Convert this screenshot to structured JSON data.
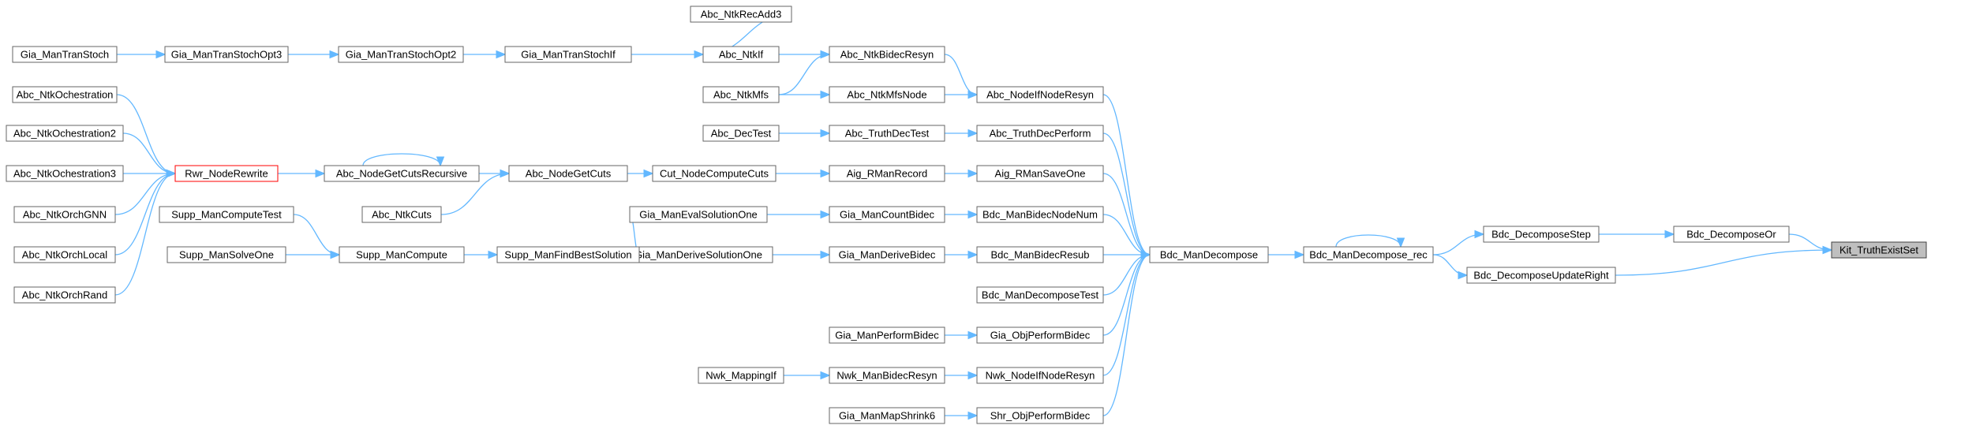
{
  "graph": {
    "edge_color": "#63b8ff",
    "root_fill": "#bfbfbf",
    "truncated_border": "#ff0000",
    "nodes": [
      {
        "id": "kit",
        "label": "Kit_TruthExistSet"
      },
      {
        "id": "dor",
        "label": "Bdc_DecomposeOr"
      },
      {
        "id": "dstep",
        "label": "Bdc_DecomposeStep"
      },
      {
        "id": "dur",
        "label": "Bdc_DecomposeUpdateRight"
      },
      {
        "id": "mdrec",
        "label": "Bdc_ManDecompose_rec"
      },
      {
        "id": "md",
        "label": "Bdc_ManDecompose"
      },
      {
        "id": "nifres",
        "label": "Abc_NodeIfNodeResyn"
      },
      {
        "id": "tdp",
        "label": "Abc_TruthDecPerform"
      },
      {
        "id": "rmso",
        "label": "Aig_RManSaveOne"
      },
      {
        "id": "bnn",
        "label": "Bdc_ManBidecNodeNum"
      },
      {
        "id": "bbr",
        "label": "Bdc_ManBidecResub"
      },
      {
        "id": "mdt",
        "label": "Bdc_ManDecomposeTest"
      },
      {
        "id": "gopb",
        "label": "Gia_ObjPerformBidec"
      },
      {
        "id": "nnifr",
        "label": "Nwk_NodeIfNodeResyn"
      },
      {
        "id": "shr",
        "label": "Shr_ObjPerformBidec"
      },
      {
        "id": "nbr",
        "label": "Abc_NtkBidecResyn"
      },
      {
        "id": "nmfsn",
        "label": "Abc_NtkMfsNode"
      },
      {
        "id": "tdt",
        "label": "Abc_TruthDecTest"
      },
      {
        "id": "rmr",
        "label": "Aig_RManRecord"
      },
      {
        "id": "gcb",
        "label": "Gia_ManCountBidec"
      },
      {
        "id": "gdb",
        "label": "Gia_ManDeriveBidec"
      },
      {
        "id": "gpb",
        "label": "Gia_ManPerformBidec"
      },
      {
        "id": "nmbr",
        "label": "Nwk_ManBidecResyn"
      },
      {
        "id": "gms6",
        "label": "Gia_ManMapShrink6"
      },
      {
        "id": "nradd",
        "label": "Abc_NtkRecAdd3"
      },
      {
        "id": "nif",
        "label": "Abc_NtkIf"
      },
      {
        "id": "nmfs",
        "label": "Abc_NtkMfs"
      },
      {
        "id": "dect",
        "label": "Abc_DecTest"
      },
      {
        "id": "cnc",
        "label": "Cut_NodeComputeCuts"
      },
      {
        "id": "geso",
        "label": "Gia_ManEvalSolutionOne"
      },
      {
        "id": "gdso",
        "label": "Gia_ManDeriveSolutionOne"
      },
      {
        "id": "nwmif",
        "label": "Nwk_MappingIf"
      },
      {
        "id": "gmtsif",
        "label": "Gia_ManTranStochIf"
      },
      {
        "id": "ngc",
        "label": "Abc_NodeGetCuts"
      },
      {
        "id": "sfbs",
        "label": "Supp_ManFindBestSolution"
      },
      {
        "id": "gmtso2",
        "label": "Gia_ManTranStochOpt2"
      },
      {
        "id": "ngcr",
        "label": "Abc_NodeGetCutsRecursive"
      },
      {
        "id": "ncuts",
        "label": "Abc_NtkCuts"
      },
      {
        "id": "smc",
        "label": "Supp_ManCompute"
      },
      {
        "id": "gmtso3",
        "label": "Gia_ManTranStochOpt3"
      },
      {
        "id": "rwr",
        "label": "Rwr_NodeRewrite"
      },
      {
        "id": "smct",
        "label": "Supp_ManComputeTest"
      },
      {
        "id": "smso",
        "label": "Supp_ManSolveOne"
      },
      {
        "id": "gmts",
        "label": "Gia_ManTranStoch"
      },
      {
        "id": "noch",
        "label": "Abc_NtkOchestration"
      },
      {
        "id": "noch2",
        "label": "Abc_NtkOchestration2"
      },
      {
        "id": "noch3",
        "label": "Abc_NtkOchestration3"
      },
      {
        "id": "nognn",
        "label": "Abc_NtkOrchGNN"
      },
      {
        "id": "noloc",
        "label": "Abc_NtkOrchLocal"
      },
      {
        "id": "nornd",
        "label": "Abc_NtkOrchRand"
      }
    ]
  }
}
